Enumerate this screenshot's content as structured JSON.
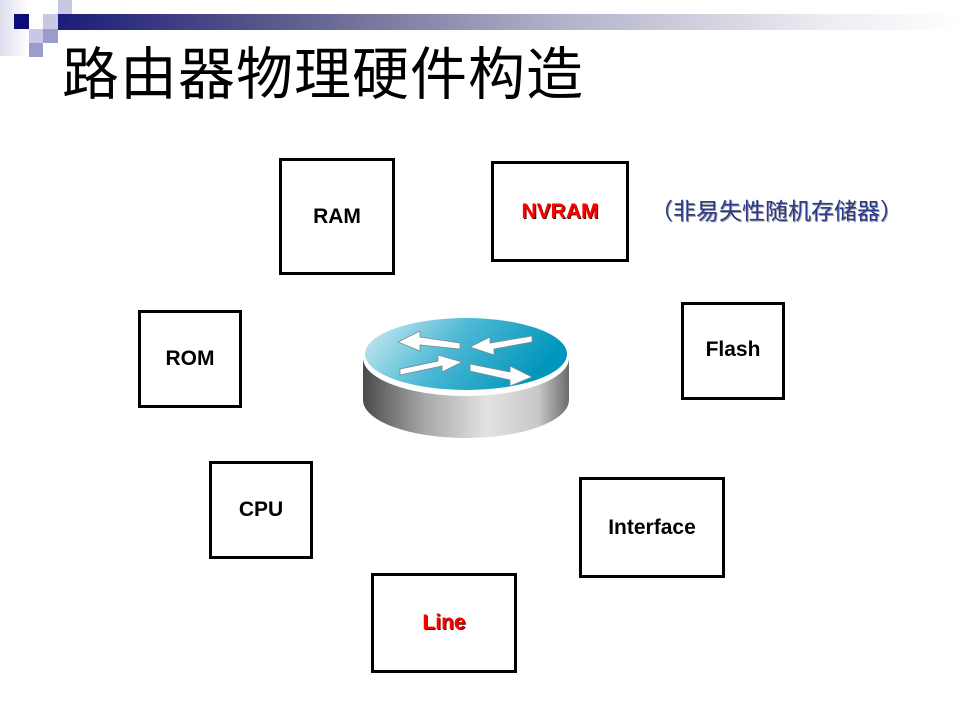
{
  "slide": {
    "title": "路由器物理硬件构造",
    "accent_colors": {
      "header_dark": "#1c1c7c",
      "square_light": "#c8c8e4",
      "square_mid": "#9c9ccc",
      "highlight_text": "#ff0000",
      "note_text": "#2a3a8c"
    }
  },
  "components": [
    {
      "id": "ram",
      "label": "RAM",
      "highlight": false
    },
    {
      "id": "nvram",
      "label": "NVRAM",
      "highlight": true
    },
    {
      "id": "rom",
      "label": "ROM",
      "highlight": false
    },
    {
      "id": "flash",
      "label": "Flash",
      "highlight": false
    },
    {
      "id": "cpu",
      "label": "CPU",
      "highlight": false
    },
    {
      "id": "interface",
      "label": "Interface",
      "highlight": false
    },
    {
      "id": "line",
      "label": "Line",
      "highlight": true
    }
  ],
  "nvram_note": "（非易失性随机存储器）",
  "center_icon": "router-icon"
}
